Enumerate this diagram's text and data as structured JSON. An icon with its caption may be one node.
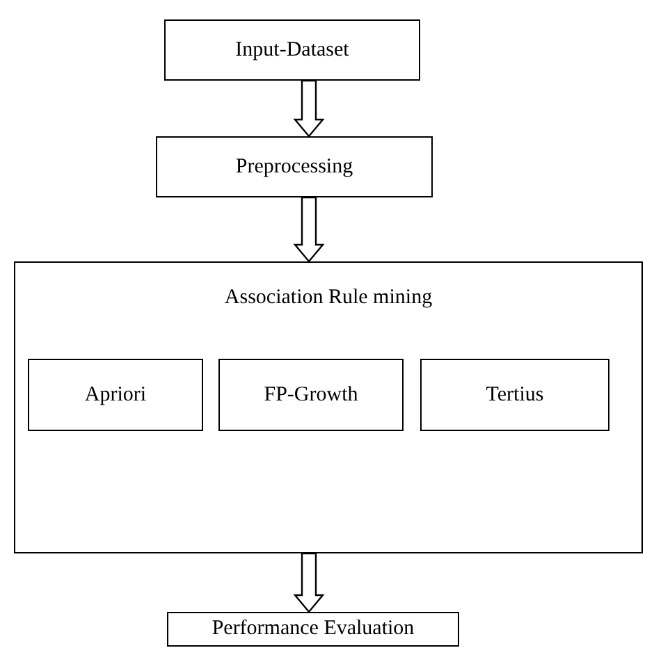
{
  "diagram": {
    "nodes": [
      {
        "text": [
          "Input-Dataset"
        ]
      },
      {
        "text": [
          "Preprocessing"
        ]
      },
      {
        "text": [
          "Association Rule mining"
        ]
      },
      {
        "text": [
          "Apriori"
        ],
        "in": 2
      },
      {
        "text": [
          "FP-Growth"
        ],
        "in": 2
      },
      {
        "text": [
          "Tertius"
        ],
        "in": 2
      },
      {
        "text": [
          "Performance Evaluation"
        ]
      }
    ],
    "edges": [
      {
        "from": 0,
        "to": 1,
        "arrow": "to"
      },
      {
        "from": 1,
        "to": 2,
        "arrow": "to"
      },
      {
        "from": 2,
        "to": 6,
        "arrow": "to"
      }
    ]
  }
}
